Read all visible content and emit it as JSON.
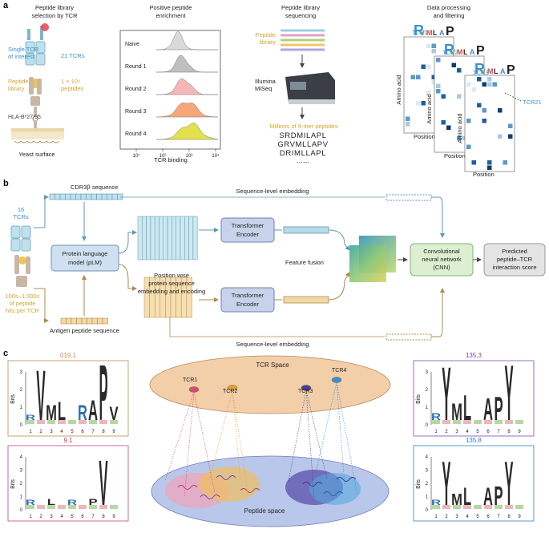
{
  "panel_a": {
    "label": "a",
    "col1": {
      "title_line1": "Peptide library",
      "title_line2": "selection by TCR",
      "tcr_label_line1": "Single TCR",
      "tcr_label_line2": "of interest",
      "tcr_count": "21 TCRs",
      "lib_label_line1": "Peptide",
      "lib_label_line2": "library",
      "pep_count_line1": "1 × 10⁹",
      "pep_count_line2": "peptides",
      "hla": "HLA-B*27:05",
      "surface": "Yeast surface"
    },
    "col2": {
      "title_line1": "Positive peptide",
      "title_line2": "enrichment",
      "rounds": [
        "Naive",
        "Round 1",
        "Round 2",
        "Round 3",
        "Round 4"
      ],
      "round_colors": [
        "#d9d9d9",
        "#bfbfbf",
        "#f4b6b6",
        "#f6a77a",
        "#e3e04e"
      ],
      "ticks": [
        "10¹",
        "10²",
        "10³",
        "10⁴"
      ],
      "xlabel": "TCR binding"
    },
    "col3": {
      "title_line1": "Peptide library",
      "title_line2": "sequencing",
      "lib_label_line1": "Peptide",
      "lib_label_line2": "library",
      "machine_line1": "Illumina",
      "machine_line2": "MiSeq",
      "result": "Millions of 9-mer peptides",
      "sequences": [
        "SRDMILAPL",
        "GRVMLLAPV",
        "DRIMLLAPL",
        "......"
      ]
    },
    "col4": {
      "title_line1": "Data processing",
      "title_line2": "and filtering",
      "tcrs": [
        "TCR1",
        "TCR2",
        "TCR3",
        "TCR21"
      ],
      "ylabel": "Amino acid",
      "xlabel": "Position"
    }
  },
  "panel_b": {
    "label": "b",
    "tcr_count_line1": "16",
    "tcr_count_line2": "TCRs",
    "hits_line1": "100s–1,000s",
    "hits_line2": "of peptide",
    "hits_line3": "hits per TCR",
    "cdr3": "CDR3β sequence",
    "antigen": "Antigen peptide sequence",
    "plm_line1": "Protein language",
    "plm_line2": "model (pLM)",
    "pos_line1": "Position wise",
    "pos_line2": "protein sequence",
    "pos_line3": "embedding and encoding",
    "transformer_line1": "Transformer",
    "transformer_line2": "Encoder",
    "seq_embed": "Sequence-level embedding",
    "fusion": "Feature fusion",
    "cnn_line1": "Convolutional",
    "cnn_line2": "neural network",
    "cnn_line3": "(CNN)",
    "pred_line1": "Predicted",
    "pred_line2": "peptide–TCR",
    "pred_line3": "interaction score"
  },
  "panel_c": {
    "label": "c",
    "logos": [
      {
        "title": "019.1",
        "color": "#c9a56a",
        "title_color": "#d08a5a"
      },
      {
        "title": "135.3",
        "color": "#9b6fc0",
        "title_color": "#7a3fb0"
      },
      {
        "title": "9.1",
        "color": "#d06a9a",
        "title_color": "#c8326e"
      },
      {
        "title": "135.8",
        "color": "#5b9bc9",
        "title_color": "#2f7fb5"
      }
    ],
    "ylabel": "Bits",
    "positions": [
      "1",
      "2",
      "3",
      "4",
      "5",
      "6",
      "7",
      "8",
      "9"
    ],
    "tcr_space": "TCR Space",
    "peptide_space": "Peptide space",
    "tcrs": [
      "TCR1",
      "TCR2",
      "TCR3",
      "TCR4"
    ],
    "tcr_colors": [
      "#d2506e",
      "#e2a232",
      "#4a3f9a",
      "#3a8fcf"
    ],
    "logo_letters_a": [
      "R",
      "V",
      "M",
      "L",
      "R",
      "A",
      "P",
      "V"
    ],
    "logo_letters_b": [
      "R",
      "Y",
      "M",
      "L",
      "A",
      "P",
      "Y"
    ],
    "logo_letters_c": [
      "R",
      "L",
      "R",
      "P",
      "V"
    ],
    "logo_letters_d": [
      "R",
      "Y",
      "M",
      "L",
      "A",
      "P",
      "Y"
    ]
  }
}
